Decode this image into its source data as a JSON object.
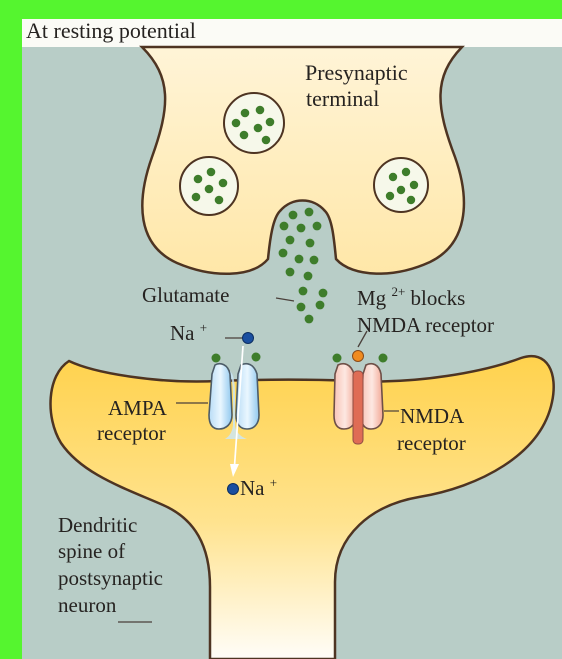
{
  "title": "At resting potential",
  "labels": {
    "presynaptic_line1": "Presynaptic",
    "presynaptic_line2": "terminal",
    "glutamate": "Glutamate",
    "mg_prefix": "Mg",
    "mg_sup": "2+",
    "mg_suffix": " blocks",
    "nmda_receptor_line2": "NMDA receptor",
    "na_top": "Na",
    "na_top_sup": "+",
    "na_bottom": "Na",
    "na_bottom_sup": "+",
    "ampa_line1": "AMPA",
    "ampa_line2": "receptor",
    "nmda_line1": "NMDA",
    "nmda_line2": "receptor",
    "dendritic_line1": "Dendritic",
    "dendritic_line2": "spine of",
    "dendritic_line3": "postsynaptic",
    "dendritic_line4": "neuron"
  },
  "colors": {
    "outer_border": "#55f52f",
    "panel_background": "#fbfbf6",
    "extracellular": "#b8cdc7",
    "presynaptic_fill": "#fff0c8",
    "postsynaptic_fill": "#ffd764",
    "ampa_fill": "#b7dcf5",
    "nmda_fill": "#f6b8ab",
    "vesicle_dot": "#3e7d2b",
    "sodium": "#1a4fa0",
    "magnesium": "#f08b1f"
  }
}
